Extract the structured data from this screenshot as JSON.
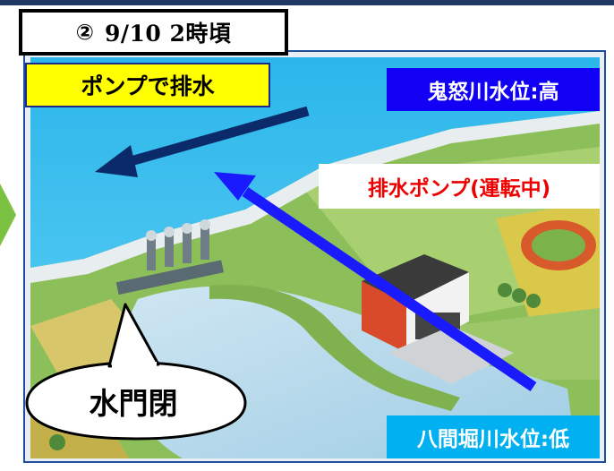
{
  "title": {
    "number": "②",
    "datetime": "9/10  2時頃"
  },
  "labels": {
    "pump_drain": "ポンプで排水",
    "kinugawa_level": "鬼怒川水位:高",
    "pump_running": "排水ポンプ(運転中)",
    "hachikenbori_level": "八間堀川水位:低",
    "gate_closed": "水門閉"
  },
  "colors": {
    "frame": "#1f3864",
    "pump_label_bg": "#ffff00",
    "high_label_bg": "#1200f5",
    "low_label_bg": "#00b0f0",
    "running_text": "#ee0000",
    "arrow": "#1a1aff",
    "river_arrow": "#0a2a6a",
    "next_arrow": "#7cc242"
  }
}
